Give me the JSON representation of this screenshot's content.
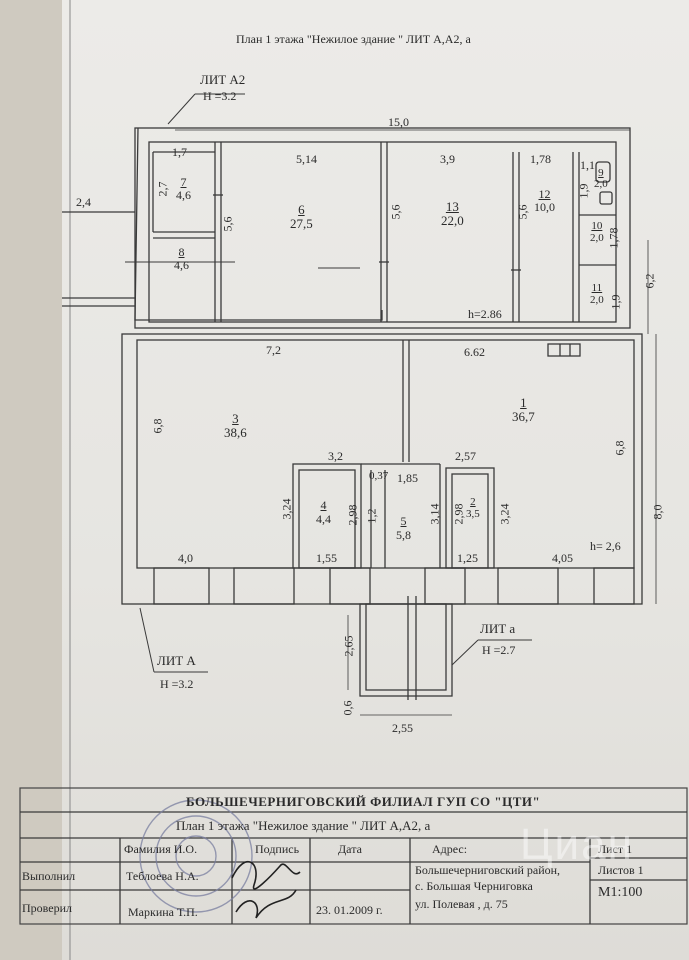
{
  "title": "План 1 этажа \"Нежилое здание \" ЛИТ А,А2, а",
  "labels": {
    "lit_a2": "ЛИТ  А2",
    "lit_a2_h": "Н =3.2",
    "lit_a": "ЛИТ А",
    "lit_a_h": "Н =3.2",
    "lit_a_small": "ЛИТ  а",
    "lit_a_small_h": "Н =2.7"
  },
  "dims": {
    "top_total": "15,0",
    "left_ext": "2,4",
    "right_a2": "6,2",
    "right_total": "8,0",
    "r7_top": "1,7",
    "r7_side": "2,7",
    "r7_inner": "5,6",
    "r6_top": "5,14",
    "r6_side": "5,6",
    "r13_top": "3,9",
    "r12_top": "1,78",
    "r12_side": "5,6",
    "r9_top": "1,1",
    "r9_side": "1,9",
    "r10_side": "1,78",
    "r11_side": "1,9",
    "h_a2": "h=2.86",
    "r3_top": "7,2",
    "r1_top": "6.62",
    "r3_side": "6,8",
    "r1_side": "6,8",
    "r4_top": "3,2",
    "r4_a": "3,24",
    "r4_b": "2,98",
    "r4_bottom": "1,55",
    "r3_bottom": "4,0",
    "c_037": "0,37",
    "c_185": "1,85",
    "c_12": "1,2",
    "c_314": "3,14",
    "r2_top": "2,57",
    "r2_a": "2,98",
    "r2_b": "3,24",
    "r2_bottom": "1,25",
    "r1_bottom": "4,05",
    "h_main": "h= 2,6",
    "porch_side": "2,65",
    "porch_06": "0,6",
    "porch_width": "2,55"
  },
  "rooms": [
    {
      "num": "7",
      "area": "4,6"
    },
    {
      "num": "8",
      "area": "4,6"
    },
    {
      "num": "6",
      "area": "27,5"
    },
    {
      "num": "13",
      "area": "22,0"
    },
    {
      "num": "12",
      "area": "10,0"
    },
    {
      "num": "9",
      "area": "2,0"
    },
    {
      "num": "10",
      "area": "2,0"
    },
    {
      "num": "11",
      "area": "2,0"
    },
    {
      "num": "3",
      "area": "38,6"
    },
    {
      "num": "1",
      "area": "36,7"
    },
    {
      "num": "4",
      "area": "4,4"
    },
    {
      "num": "5",
      "area": "5,8"
    },
    {
      "num": "2",
      "area": "3,5"
    }
  ],
  "title_block": {
    "org": "БОЛЬШЕЧЕРНИГОВСКИЙ  ФИЛИАЛ  ГУП  СО  \"ЦТИ\"",
    "sheet_title": "План 1 этажа \"Нежилое здание \" ЛИТ А,А2, а",
    "col_surname": "Фамилия И.О.",
    "col_signature": "Подпись",
    "col_date": "Дата",
    "col_address": "Адрес:",
    "sheet_label": "Лист  1",
    "sheets_label": "Листов 1",
    "scale": "М1:100",
    "performed_label": "Выполнил",
    "performed_name": "Теблоева Н.А.",
    "checked_label": "Проверил",
    "checked_name": "Маркина Т.П.",
    "date": "23. 01.2009 г.",
    "address_1": "Большечерниговский район,",
    "address_2": "с. Большая Черниговка",
    "address_3": "ул. Полевая   , д. 75"
  },
  "watermark": "Циан",
  "colors": {
    "paper": "#e9e8e4",
    "ink": "#2a2a2a",
    "wall": "#3a3a3a"
  }
}
